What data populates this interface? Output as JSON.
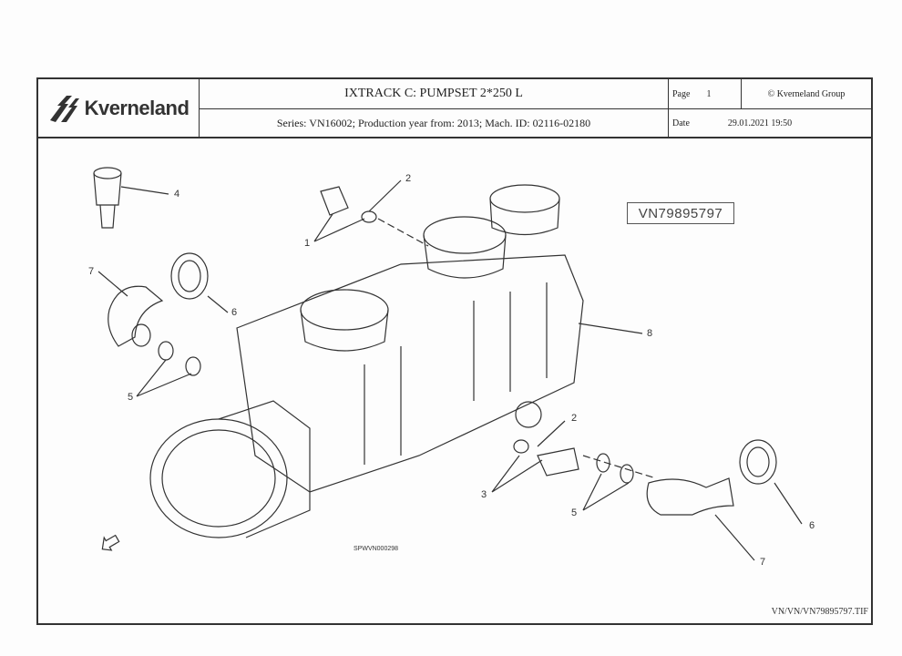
{
  "header": {
    "brand": "Kverneland",
    "title": "IXTRACK C: PUMPSET 2*250 L",
    "series": "Series: VN16002; Production year from: 2013; Mach. ID: 02116-02180",
    "page_label": "Page",
    "page_number": "1",
    "copyright": "© Kverneland Group",
    "date_label": "Date",
    "date_value": "29.01.2021  19:50"
  },
  "drawing": {
    "part_number": "VN79895797",
    "drawing_code": "SPWVN000298",
    "file_name": "VN/VN/VN79895797.TIF",
    "callouts": [
      "4",
      "2",
      "1",
      "7",
      "6",
      "5",
      "8",
      "2",
      "3",
      "5",
      "6",
      "7"
    ]
  },
  "icons": {
    "logo": "kverneland-logo",
    "orientation": "orientation-arrow-icon"
  }
}
